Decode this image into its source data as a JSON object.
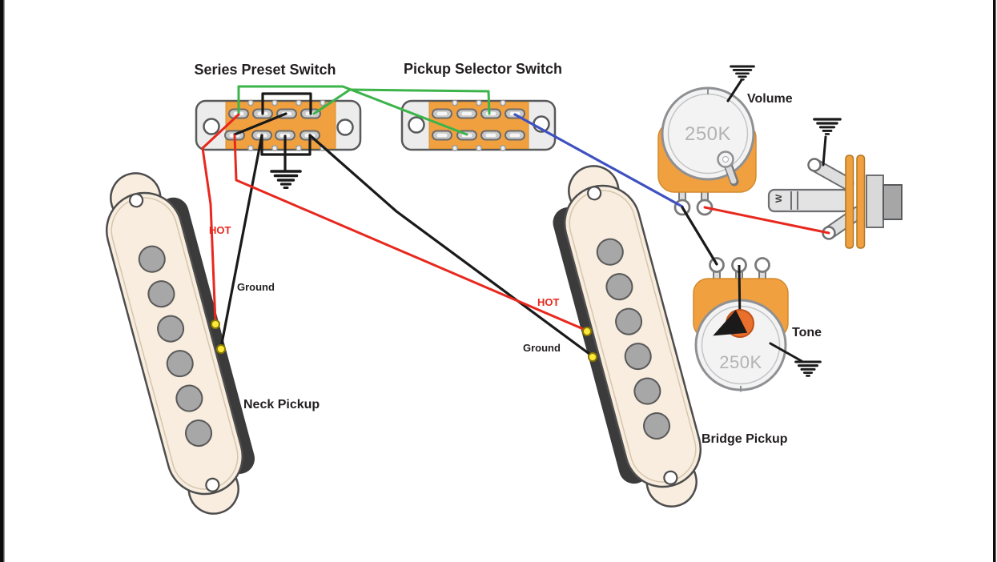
{
  "diagram": {
    "series_switch": {
      "label": "Series Preset Switch"
    },
    "selector_switch": {
      "label": "Pickup Selector Switch"
    },
    "volume_pot": {
      "label": "Volume",
      "value": "250K"
    },
    "tone_pot": {
      "label": "Tone",
      "value": "250K"
    },
    "neck_pickup": {
      "label": "Neck Pickup",
      "hot_label": "HOT",
      "ground_label": "Ground"
    },
    "bridge_pickup": {
      "label": "Bridge Pickup",
      "hot_label": "HOT",
      "ground_label": "Ground"
    },
    "output_jack": {
      "marking": "W"
    },
    "colors": {
      "wire_hot_red": "#e8281e",
      "wire_ground_black": "#1a1a1a",
      "wire_link_green": "#3cb44a",
      "wire_output_blue": "#3f51c1",
      "component_orange": "#f0a03f",
      "pickup_cream": "#f8edde",
      "capacitor_orange": "#e8702c",
      "pot_value_gray": "#b3b3b3"
    }
  }
}
